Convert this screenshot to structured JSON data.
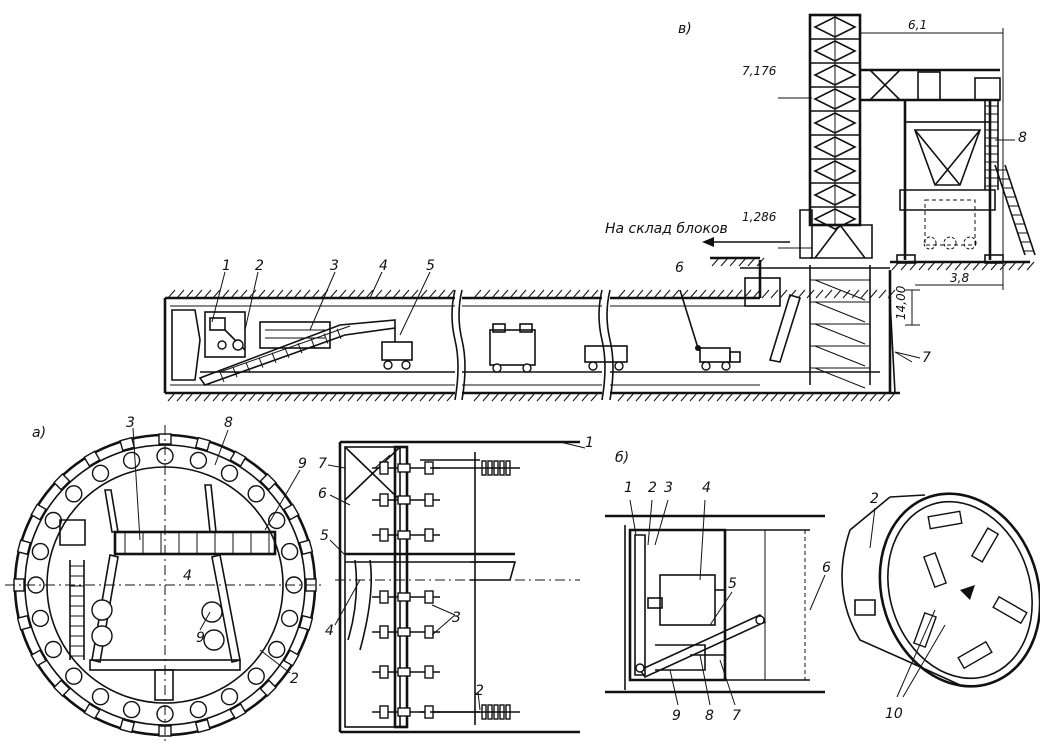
{
  "panels": {
    "a": "а)",
    "b": "б)",
    "v": "в)"
  },
  "top_view": {
    "callouts": [
      "1",
      "2",
      "3",
      "4",
      "5",
      "6",
      "7",
      "8"
    ],
    "dimensions": {
      "width_top": "6,1",
      "level_top": "7,176",
      "level_ground": "1,286",
      "width_bottom": "3,8",
      "depth": "14,00"
    },
    "arrow_label": "На склад блоков"
  },
  "panel_a_circle": {
    "callouts": [
      "3",
      "8",
      "9",
      "4",
      "9",
      "2"
    ]
  },
  "panel_a_side": {
    "callouts": [
      "7",
      "6",
      "1",
      "5",
      "4",
      "3",
      "2"
    ]
  },
  "panel_b_section": {
    "callouts": [
      "1",
      "2",
      "3",
      "4",
      "5",
      "6",
      "9",
      "8",
      "7"
    ]
  },
  "panel_b_cutter": {
    "callouts": [
      "2",
      "10"
    ]
  }
}
